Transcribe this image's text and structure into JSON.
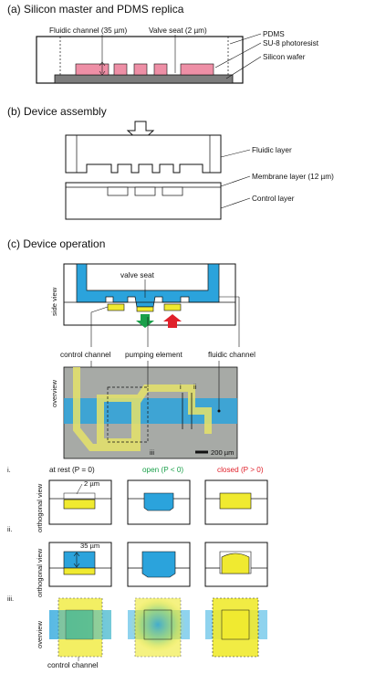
{
  "section_a": {
    "title": "(a) Silicon master and PDMS replica",
    "fluidic_channel_label": "Fluidic channel (35 µm)",
    "valve_seat_label": "Valve seat (2 µm)",
    "pdms_label": "PDMS",
    "su8_label": "SU-8 photoresist",
    "wafer_label": "Silicon wafer"
  },
  "section_b": {
    "title": "(b) Device assembly",
    "fluidic_layer_label": "Fluidic layer",
    "membrane_layer_label": "Membrane layer (12 µm)",
    "control_layer_label": "Control layer"
  },
  "section_c": {
    "title": "(c) Device operation",
    "side_view_label": "side view",
    "valve_seat_label": "valve seat",
    "control_channel_label": "control channel",
    "pumping_element_label": "pumping element",
    "fluidic_channel_label": "fluidic channel",
    "overview_label": "overview",
    "marker_i": "i",
    "marker_ii": "ii",
    "marker_iii": "iii",
    "scale_bar_label": "200 µm"
  },
  "rows": {
    "row_i_marker": "i.",
    "row_ii_marker": "ii.",
    "row_iii_marker": "iii.",
    "orthogonal_view_label": "orthogonal view",
    "overview_label": "overview",
    "at_rest_label": "at rest (P = 0)",
    "open_label": "open (P < 0)",
    "closed_label": "closed (P > 0)",
    "dim_2um": "2 µm",
    "dim_35um": "35 µm",
    "control_channel_label": "control channel"
  },
  "colors": {
    "fluid_blue": "#2ba3dc",
    "pump_yellow": "#f0ea30",
    "resist_pink": "#ee8fa6",
    "wafer_gray": "#7d7d7d",
    "open_green": "#1aa04a",
    "closed_red": "#e0202a",
    "overview_gray": "#a7aaa6"
  }
}
